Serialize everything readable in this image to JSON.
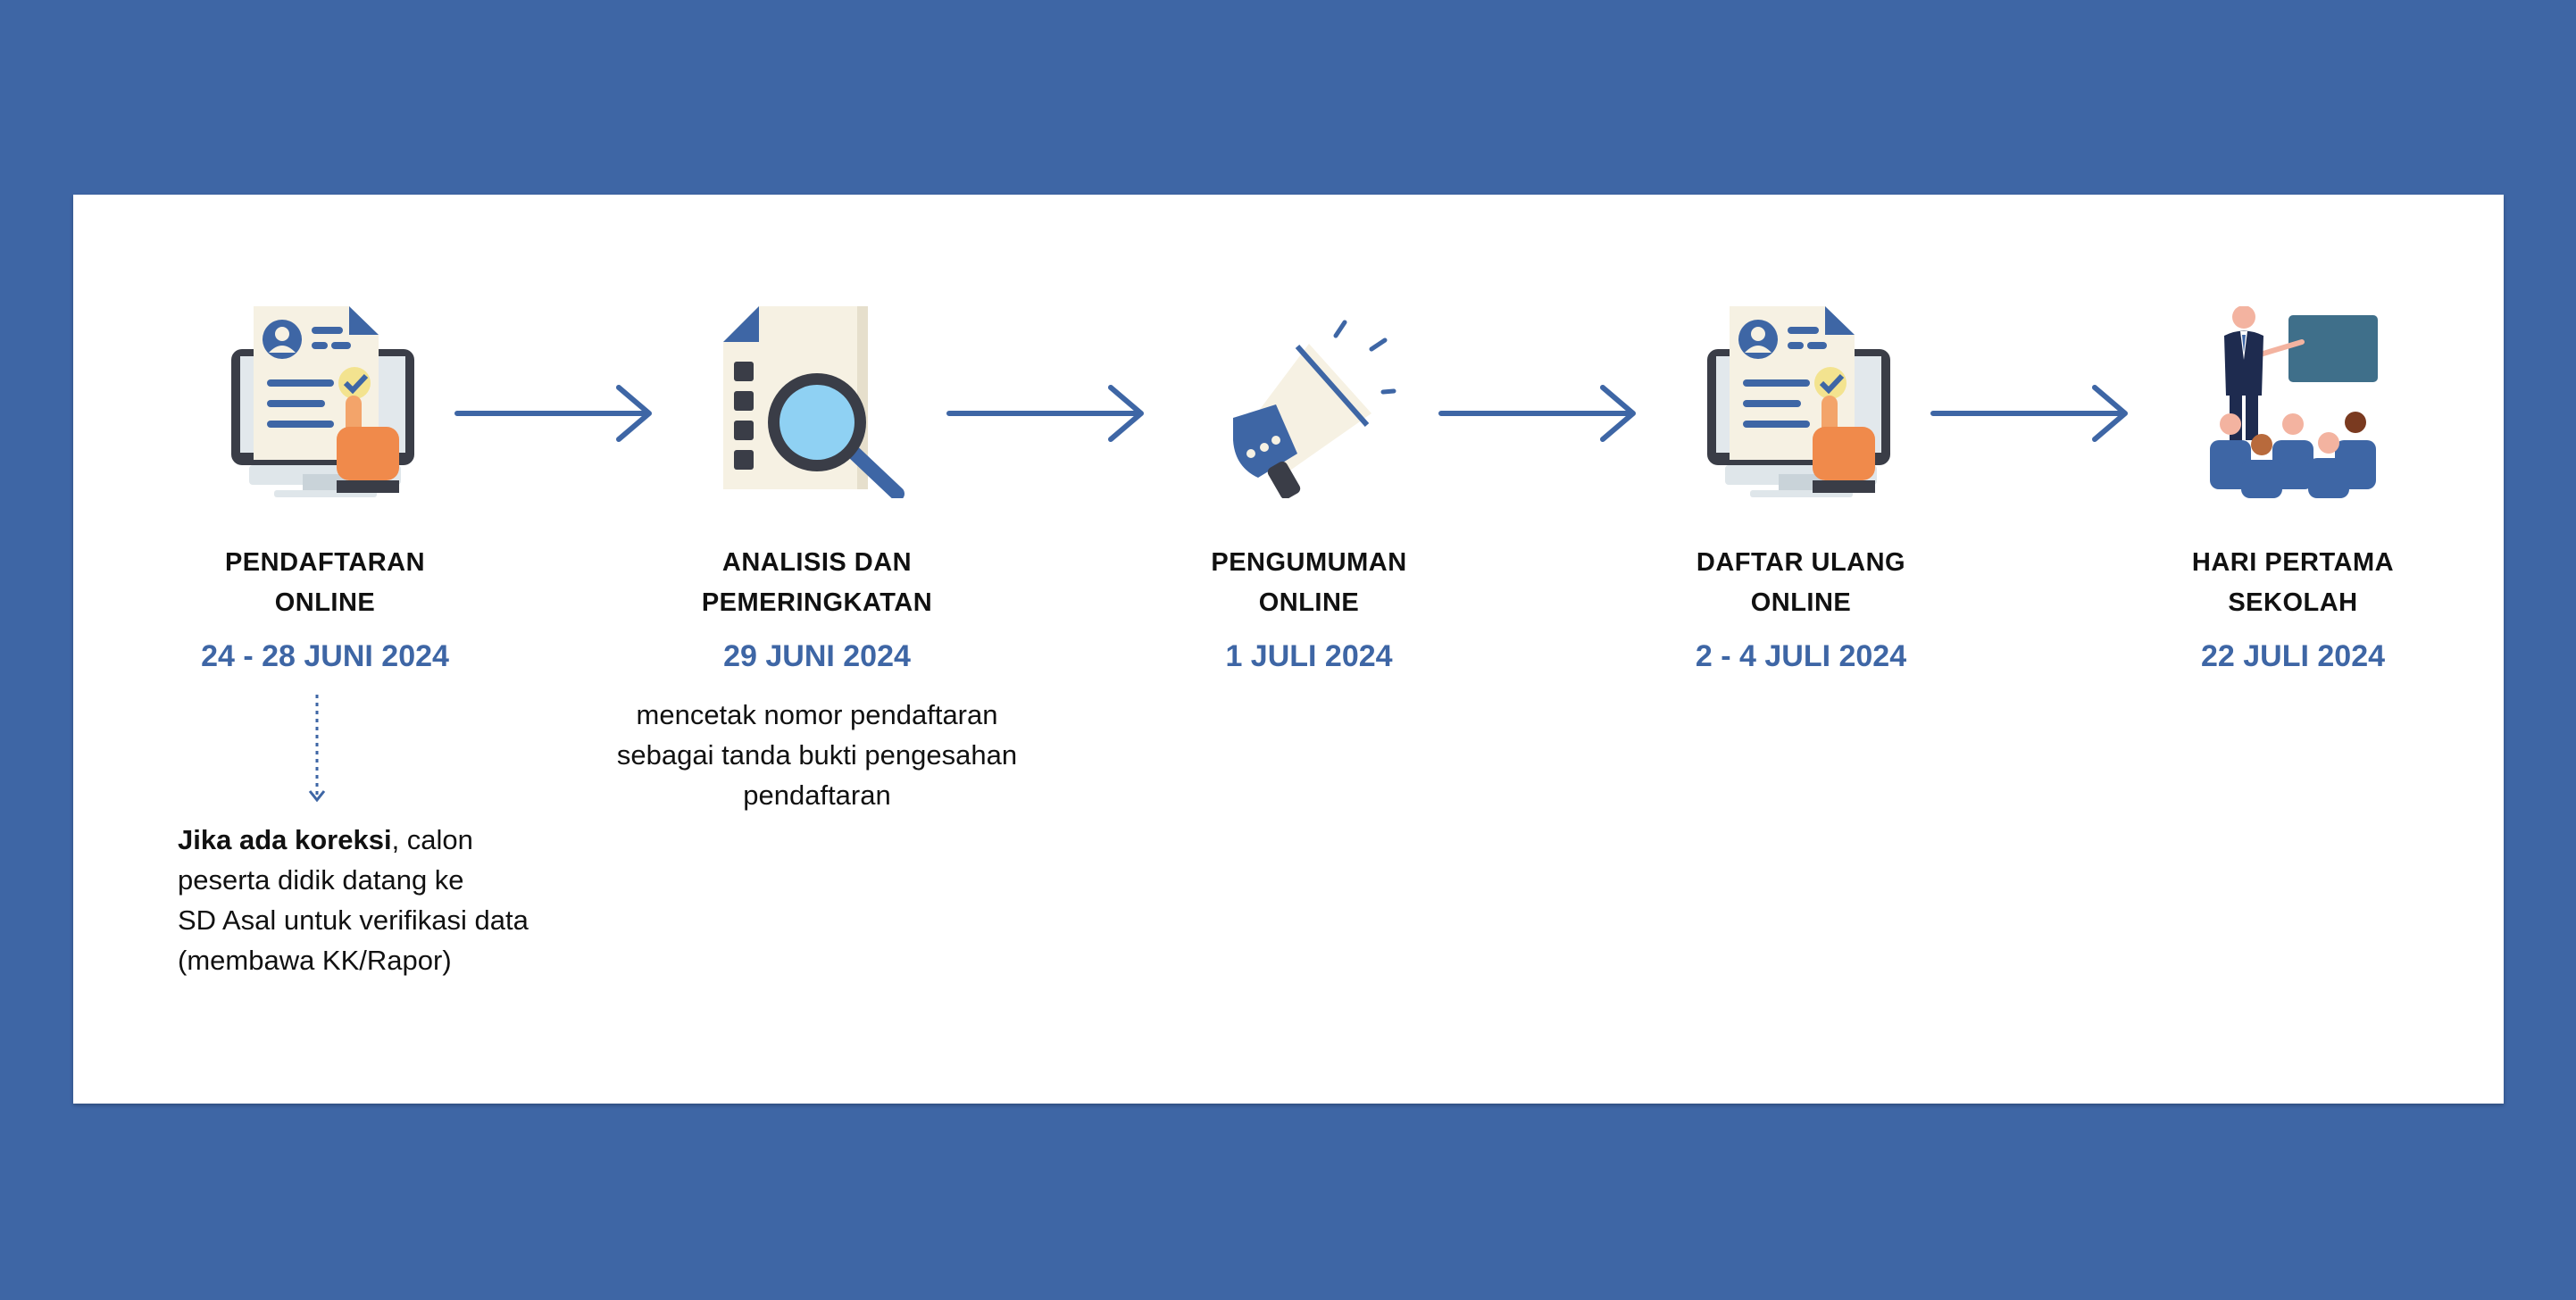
{
  "colors": {
    "background": "#3e66a5",
    "card": "#ffffff",
    "accent": "#3e66a5",
    "text": "#111111"
  },
  "steps": [
    {
      "icon": "online-registration-icon",
      "title_line1": "PENDAFTARAN",
      "title_line2": "ONLINE",
      "date": "24 - 28 JUNI 2024"
    },
    {
      "icon": "document-magnifier-icon",
      "title_line1": "ANALISIS DAN",
      "title_line2": "PEMERINGKATAN",
      "date": "29 JUNI 2024",
      "note": [
        "mencetak nomor pendaftaran",
        "sebagai tanda bukti pengesahan",
        "pendaftaran"
      ]
    },
    {
      "icon": "megaphone-icon",
      "title_line1": "PENGUMUMAN",
      "title_line2": "ONLINE",
      "date": "1 JULI 2024"
    },
    {
      "icon": "online-registration-icon",
      "title_line1": "DAFTAR ULANG",
      "title_line2": "ONLINE",
      "date": "2 - 4 JULI 2024"
    },
    {
      "icon": "classroom-teacher-icon",
      "title_line1": "HARI PERTAMA",
      "title_line2": "SEKOLAH",
      "date": "22 JULI 2024"
    }
  ],
  "correction": {
    "bold": "Jika ada koreksi",
    "rest": ", calon",
    "line2": "peserta didik datang ke",
    "line3": "SD Asal untuk verifikasi data",
    "line4": "(membawa KK/Rapor)"
  }
}
